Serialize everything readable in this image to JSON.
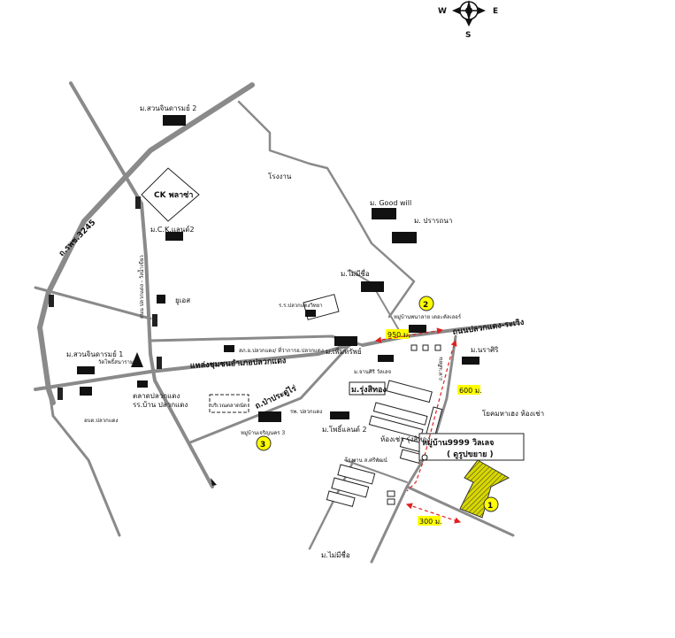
{
  "compass": {
    "west": "W",
    "east": "E",
    "south": "S"
  },
  "roads": {
    "ror_phor_3245": "ถ.รพช.3245",
    "plaeng_yao_thanon": "ถนน ปลวกแดง - วังน้ำเขียว",
    "plaeng_rayong": "ถนนปลวกแดง-ระเวิง",
    "pradu_rai": "ถ.ป่าประดู่ไร่",
    "side_road": "ถ.ท่าเตียน"
  },
  "places": {
    "suanchindara2": "ม.สวนจินดารมย์ 2",
    "ck_plaza": "CK พลาซ่า",
    "ck_land2": "ม.C.K.แลนด์2",
    "factory": "โรงงาน",
    "goodwill": "ม. Good will",
    "pratthana": "ม. ปรารถนา",
    "mai_mi_chue1": "ม.ไม่มีชื่อ",
    "big_c": "ยูเอส",
    "rongrian_plaeng_wittaya": "ร.ร.ปลวกแดงวิทยา",
    "inter_residence": "หมู่บ้านพนาลาย เดอะคัลเลอร์",
    "suanchindara1": "ม.สวนจินดารมย์ 1",
    "wat": "วัดโพธิ์สนาราม",
    "plaeng_market": "ตลาดปลวกแดง",
    "plaeng_community": "แหล่งชุมชนอำเภอปลวกแดง",
    "district_office": "สภ.อ.ปลวกแดง/ ที่ว่าการอ.ปลวกแดง",
    "rp_plaeng": "รร.บ้าน ปลวกแดง",
    "police_station": "อบต.ปลวกแดง",
    "phermsap": "ม.เพิ่มทรัพย์",
    "jansiri": "ม.จานศิริ วัลเลจ",
    "rung_sithong": "ม.รุ่งสิทอง",
    "phosilan2": "ม.โพธิ์แลนด์ 2",
    "room_rent": "ห้องเช่า รุ่งสิทอง",
    "market_area": "บริเวณตลาดนัด",
    "charoenkong3": "หมู่บ้านเจริญนคร 3",
    "plaeng_school": "รพ. ปลวกแดง",
    "factory2": "โรงงาน ส.ศรีพัฒน์",
    "fence": "ม.ไม่มีชื่อ",
    "rasiri": "ม.นราศิริ",
    "room_rent2": "โยคมหาเฮง ห้องเช่า",
    "main_project": "หมู่บ้าน9999 วิลเลจ",
    "main_project_sub": "( ดูรูปขยาย )"
  },
  "distances": {
    "d950": "950 ม.",
    "d600": "600 ม.",
    "d300": "300 ม."
  },
  "markers": {
    "m1": "1",
    "m2": "2",
    "m3": "3"
  },
  "colors": {
    "road": "#8a8a8a",
    "highlight": "#ffff00",
    "target_fill": "#d4d400",
    "marker": "#ffff00",
    "distance_line": "#e02020"
  }
}
